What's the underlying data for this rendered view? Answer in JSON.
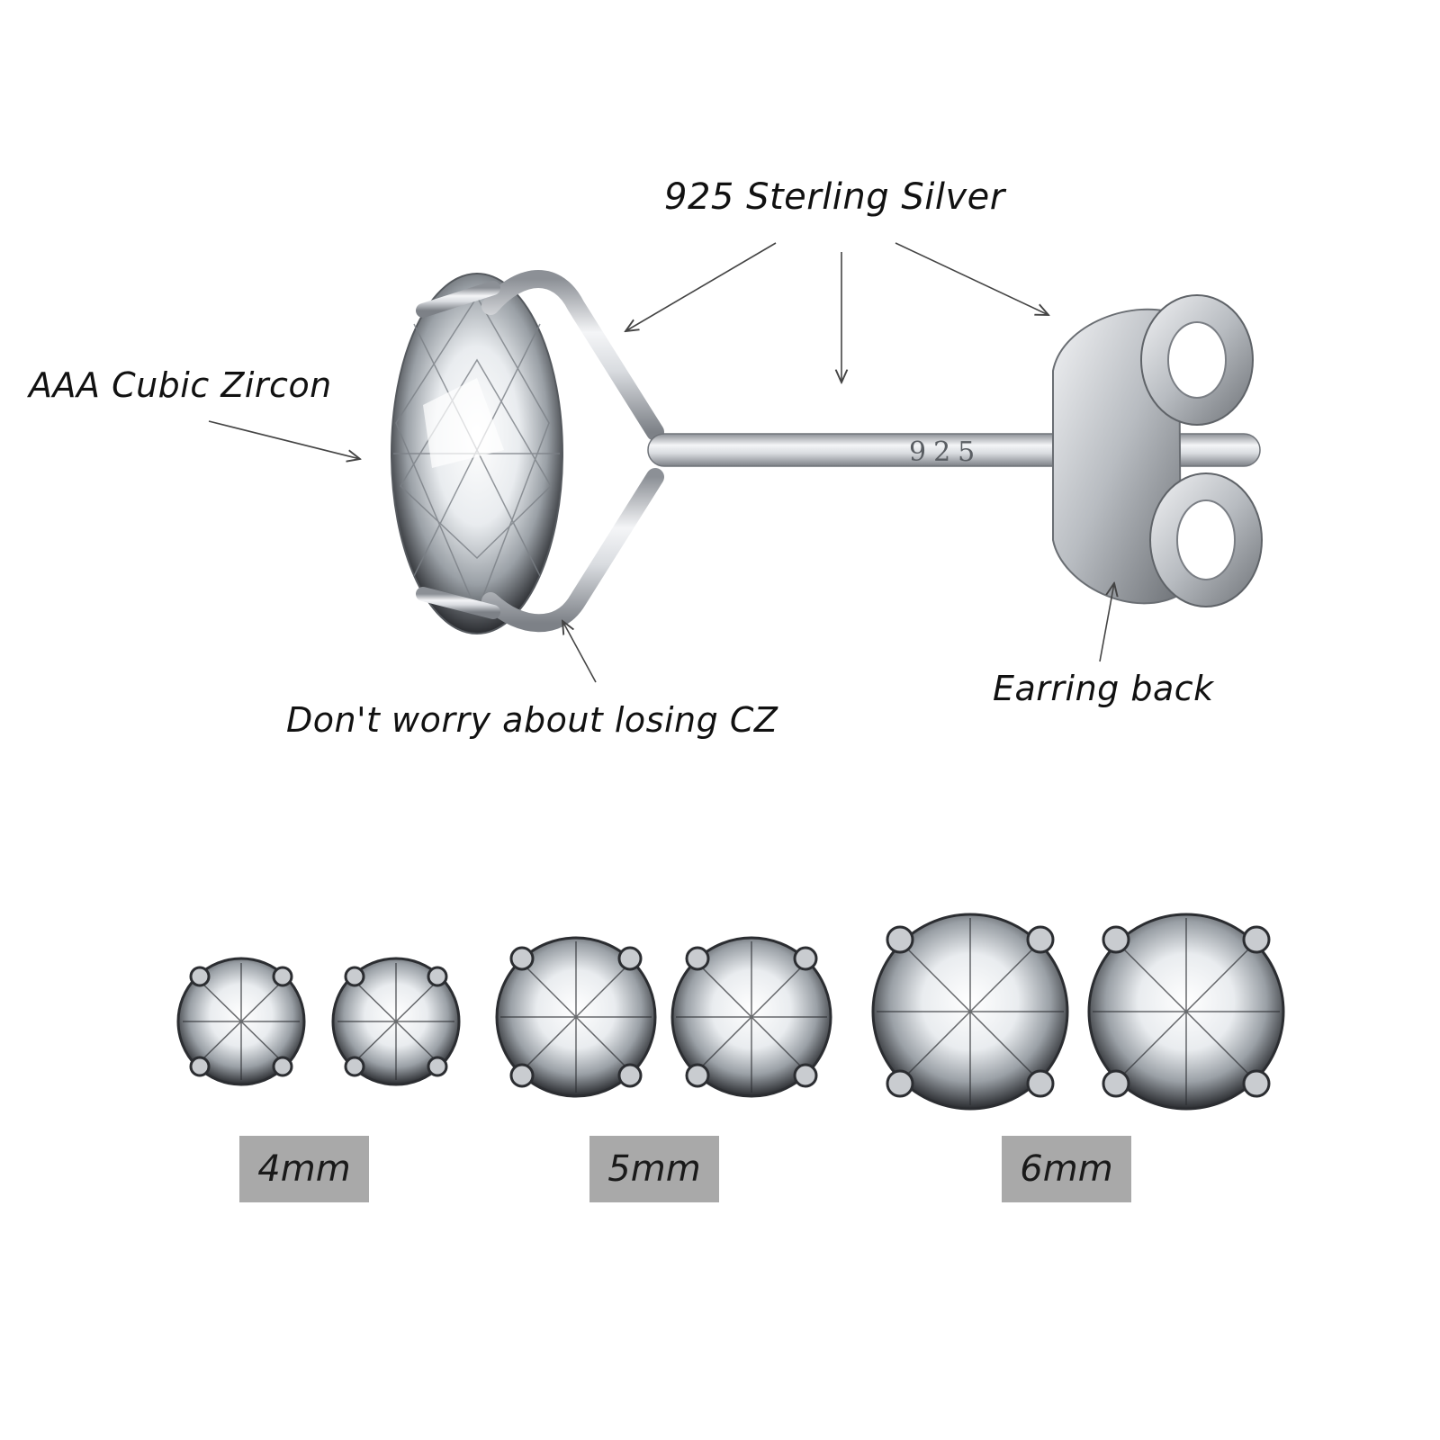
{
  "labels": {
    "sterling_silver": "925 Sterling Silver",
    "cubic_zircon": "AAA Cubic Zircon",
    "losing_cz": "Don't worry about losing CZ",
    "earring_back": "Earring back",
    "stamp": "925"
  },
  "sizes": [
    "4mm",
    "5mm",
    "6mm"
  ],
  "colors": {
    "silver": "#c9ccd0",
    "tag_bg": "#a9a9a9",
    "text": "#111111"
  }
}
